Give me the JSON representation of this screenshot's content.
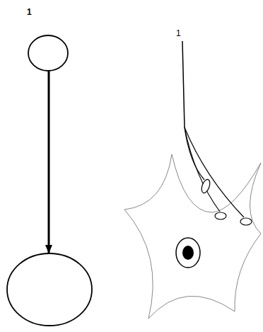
{
  "diagram": {
    "nodes": [
      {
        "text": [
          "1"
        ]
      },
      {
        "text": []
      }
    ],
    "edges": [
      {
        "from": 0,
        "to": 1,
        "arrow": "to"
      }
    ],
    "labels": [
      "1"
    ]
  }
}
